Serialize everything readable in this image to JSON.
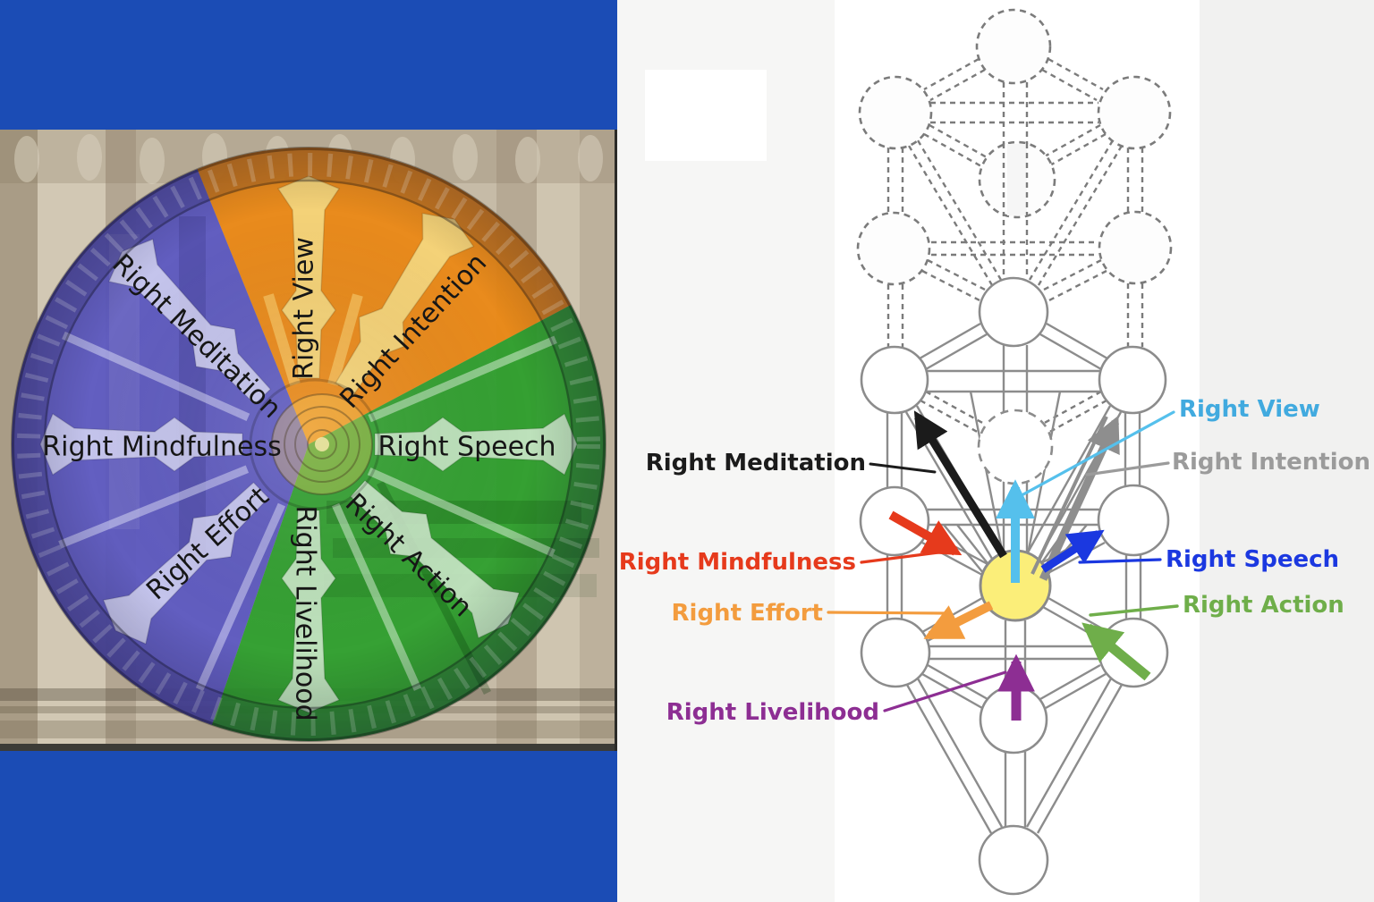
{
  "slide": {
    "left": {
      "frame_color": "#1b4cb5",
      "wheel_labels": {
        "view": "Right View",
        "intention": "Right Intention",
        "meditation": "Right Meditation",
        "mindfulness": "Right Mindfulness",
        "speech": "Right Speech",
        "effort": "Right Effort",
        "action": "Right Action",
        "livelihood": "Right Livelihood"
      },
      "sector_colors": {
        "blue": "#5a57c2",
        "orange": "#ec8812",
        "green": "#2b9f2b"
      }
    },
    "right": {
      "labels": {
        "meditation": {
          "text": "Right Meditation",
          "color": "#1b1b1b"
        },
        "view": {
          "text": "Right View",
          "color": "#41aadf"
        },
        "intention": {
          "text": "Right Intention",
          "color": "#9b9b9b"
        },
        "mindfulness": {
          "text": "Right Mindfulness",
          "color": "#e63a1c"
        },
        "speech": {
          "text": "Right Speech",
          "color": "#1b38e0"
        },
        "effort": {
          "text": "Right Effort",
          "color": "#f39c3e"
        },
        "action": {
          "text": "Right Action",
          "color": "#6fae4a"
        },
        "livelihood": {
          "text": "Right Livelihood",
          "color": "#8d2e93"
        }
      }
    }
  }
}
